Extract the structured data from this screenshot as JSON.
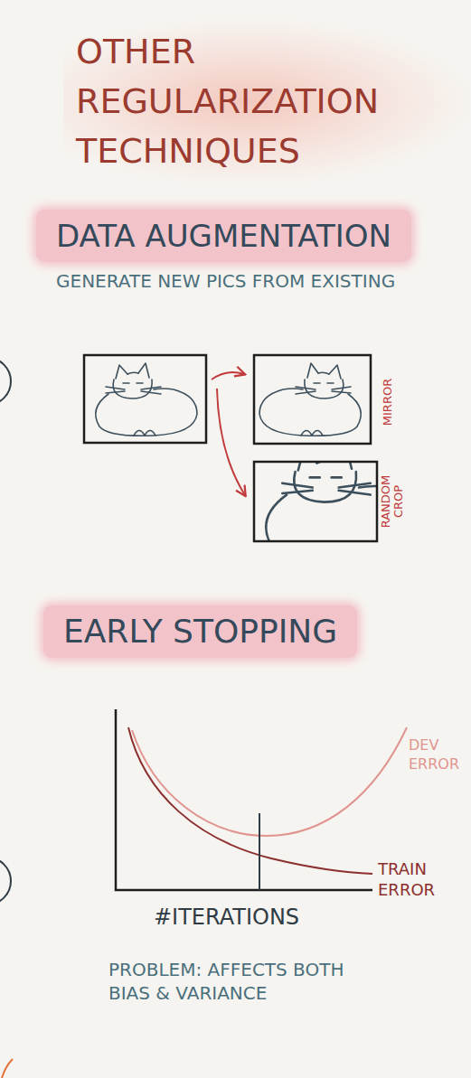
{
  "diagram": {
    "title": "OTHER REGULARIZATION TECHNIQUES",
    "nodes": [
      {
        "text": [
          "DATA AUGMENTATION"
        ]
      },
      {
        "text": [
          "EARLY STOPPING"
        ]
      }
    ],
    "labels": [
      "GENERATE NEW PICS FROM EXISTING",
      "MIRROR",
      "RANDOM CROP",
      "DEV ERROR",
      "TRAIN ERROR",
      "#ITERATIONS",
      "PROBLEM: AFFECTS BOTH BIAS & VARIANCE"
    ]
  }
}
